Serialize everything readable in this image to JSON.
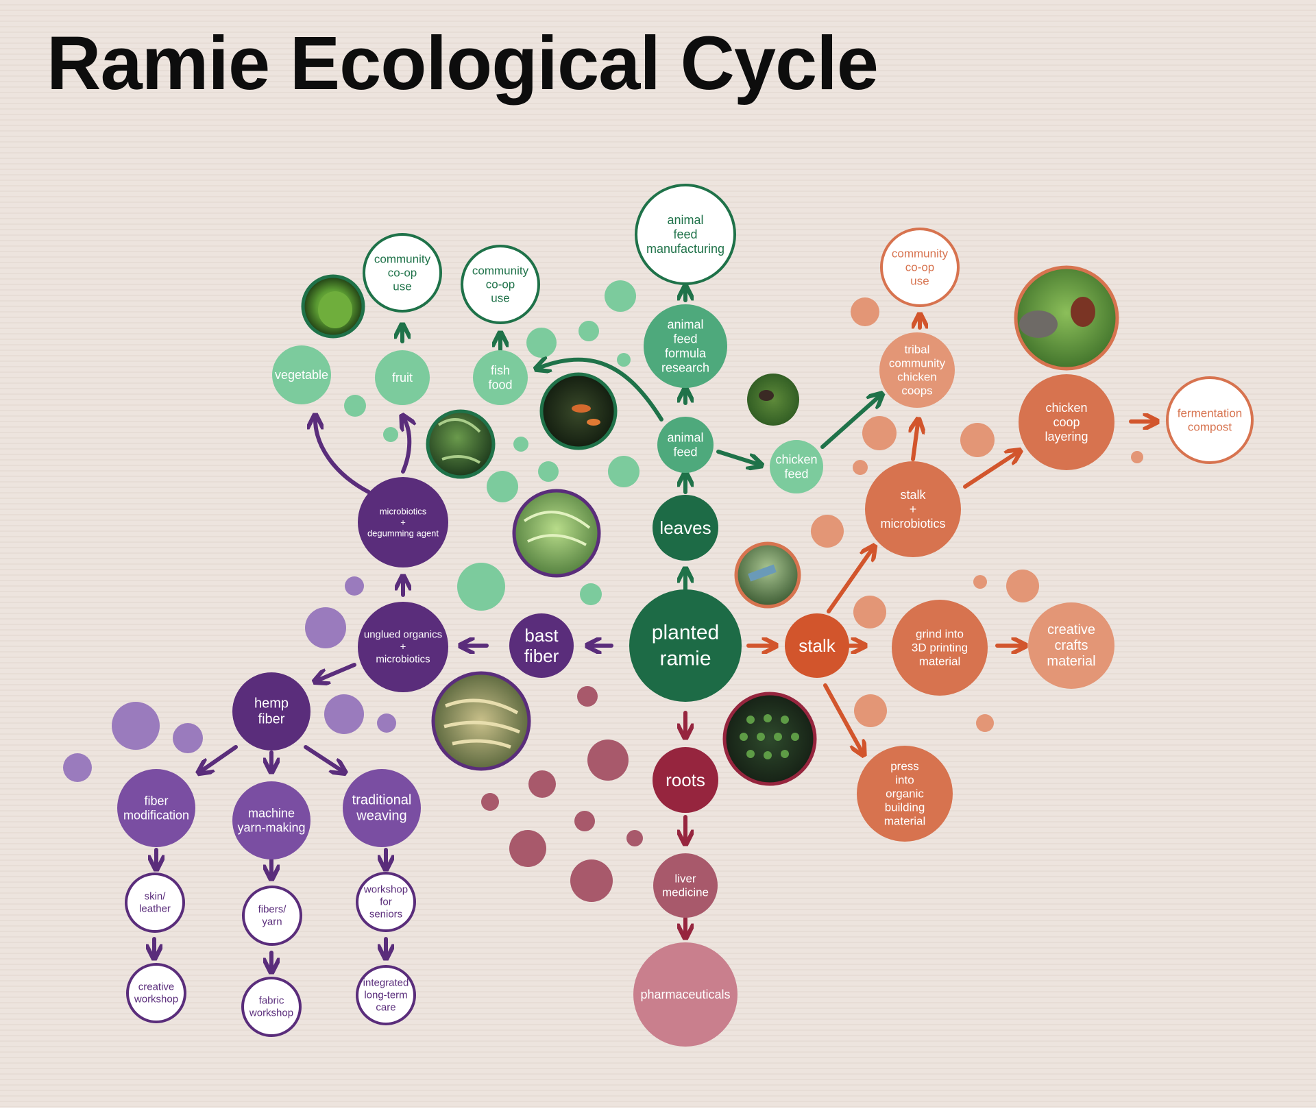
{
  "title": "Ramie Ecological Cycle",
  "colors": {
    "background": "#ede4de",
    "ramie_dark_green": "#1d6b46",
    "green_mid": "#4ea97c",
    "green_light": "#7ccb9d",
    "green_stroke": "#1f7249",
    "orange": "#d2552c",
    "orange_mid": "#d7734f",
    "orange_light": "#e39676",
    "purple_dark": "#5a2d7b",
    "purple_mid": "#7a4ea2",
    "purple_light": "#9a7bbd",
    "red_dark": "#96253e",
    "red_mid": "#a8596b",
    "pink": "#c97f8d"
  },
  "nodes": {
    "planted_ramie": [
      "planted",
      "ramie"
    ],
    "leaves": [
      "leaves"
    ],
    "stalk": [
      "stalk"
    ],
    "bast_fiber": [
      "bast",
      "fiber"
    ],
    "roots": [
      "roots"
    ],
    "animal_feed": [
      "animal",
      "feed"
    ],
    "animal_feed_formula": [
      "animal",
      "feed",
      "formula",
      "research"
    ],
    "animal_feed_manufacturing": [
      "animal",
      "feed",
      "manufacturing"
    ],
    "chicken_feed": [
      "chicken",
      "feed"
    ],
    "fish_food": [
      "fish",
      "food"
    ],
    "community_coop_fish": [
      "community",
      "co-op",
      "use"
    ],
    "fruit": [
      "fruit"
    ],
    "community_coop_fruit": [
      "community",
      "co-op",
      "use"
    ],
    "vegetable": [
      "vegetable"
    ],
    "microbiotics_degumming": [
      "microbiotics",
      "+",
      "degumming agent"
    ],
    "tribal_coops": [
      "tribal",
      "community",
      "chicken",
      "coops"
    ],
    "community_coop_orange": [
      "community",
      "co-op",
      "use"
    ],
    "chicken_coop_layering": [
      "chicken",
      "coop",
      "layering"
    ],
    "fermentation_compost": [
      "fermentation",
      "compost"
    ],
    "stalk_microbiotics": [
      "stalk",
      "+",
      "microbiotics"
    ],
    "grind_3d": [
      "grind into",
      "3D printing",
      "material"
    ],
    "creative_crafts": [
      "creative",
      "crafts",
      "material"
    ],
    "press_building": [
      "press",
      "into",
      "organic",
      "building",
      "material"
    ],
    "unglued_organics": [
      "unglued organics",
      "+",
      "microbiotics"
    ],
    "hemp_fiber": [
      "hemp",
      "fiber"
    ],
    "fiber_modification": [
      "fiber",
      "modification"
    ],
    "machine_yarn": [
      "machine",
      "yarn-making"
    ],
    "traditional_weaving": [
      "traditional",
      "weaving"
    ],
    "skin_leather": [
      "skin/",
      "leather"
    ],
    "fibers_yarn": [
      "fibers/",
      "yarn"
    ],
    "workshop_seniors": [
      "workshop",
      "for",
      "seniors"
    ],
    "creative_workshop": [
      "creative",
      "workshop"
    ],
    "fabric_workshop": [
      "fabric",
      "workshop"
    ],
    "integrated_care": [
      "integrated",
      "long-term",
      "care"
    ],
    "liver_medicine": [
      "liver",
      "medicine"
    ],
    "pharmaceuticals": [
      "pharmaceuticals"
    ]
  },
  "photos": {
    "lime": "lime-fruit-photo",
    "garden": "garden-photo",
    "koi": "koi-pond-photo",
    "algae": "green-fiber-water-photo",
    "chicken_small": "chicken-in-grass-photo",
    "rooster": "rooster-photo",
    "harvest": "harvesting-photo",
    "seedlings": "seedling-tray-photo",
    "fiber_bundle": "fiber-bundle-photo"
  }
}
